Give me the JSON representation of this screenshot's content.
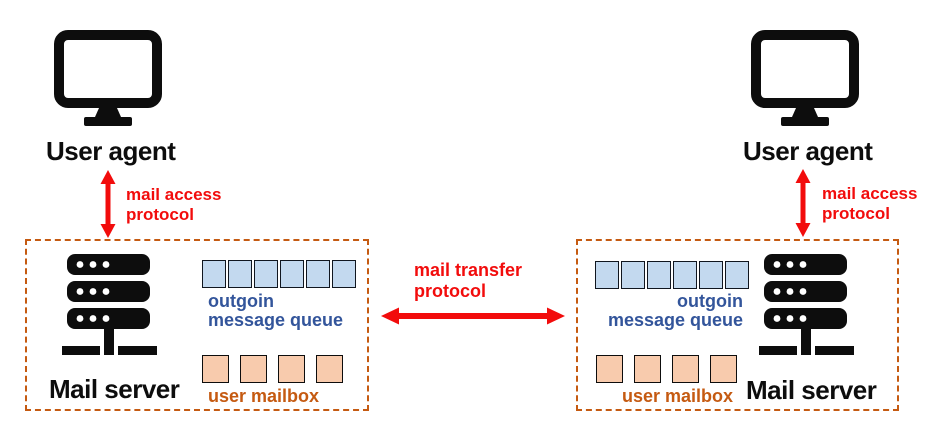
{
  "colors": {
    "red": "#f20c0c",
    "orange_accent": "#c55a11",
    "mailbox_fill": "#f8cbad",
    "queue_fill": "#c3d9ef",
    "queue_text": "#33559b",
    "ink": "#0d0d0d"
  },
  "left_user_agent": {
    "label": "User agent"
  },
  "right_user_agent": {
    "label": "User agent"
  },
  "left_access_protocol": {
    "line1": "mail access",
    "line2": "protocol"
  },
  "right_access_protocol": {
    "line1": "mail access",
    "line2": "protocol"
  },
  "transfer_protocol": {
    "line1": "mail transfer",
    "line2": "protocol"
  },
  "left_server": {
    "label": "Mail server",
    "queue": {
      "cells": 6,
      "label_line1": "outgoin",
      "label_line2": "message queue"
    },
    "mailbox": {
      "cells": 4,
      "label": "user mailbox"
    }
  },
  "right_server": {
    "label": "Mail server",
    "queue": {
      "cells": 6,
      "label_line1": "outgoin",
      "label_line2": "message queue"
    },
    "mailbox": {
      "cells": 4,
      "label": "user mailbox"
    }
  }
}
